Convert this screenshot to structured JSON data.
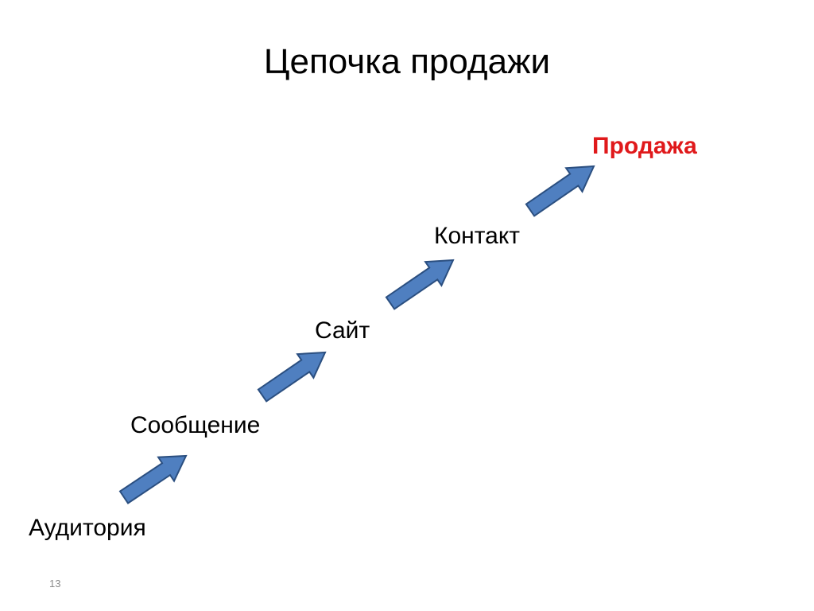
{
  "slide": {
    "title": "Цепочка продажи",
    "number": "13"
  },
  "chain": {
    "steps": [
      {
        "label": "Аудитория"
      },
      {
        "label": "Сообщение"
      },
      {
        "label": "Сайт"
      },
      {
        "label": "Контакт"
      },
      {
        "label": "Продажа",
        "emphasis": true
      }
    ],
    "colors": {
      "arrow_fill": "#4f7fc0",
      "arrow_stroke": "#2b4f80",
      "final_step": "#e0191b"
    }
  }
}
